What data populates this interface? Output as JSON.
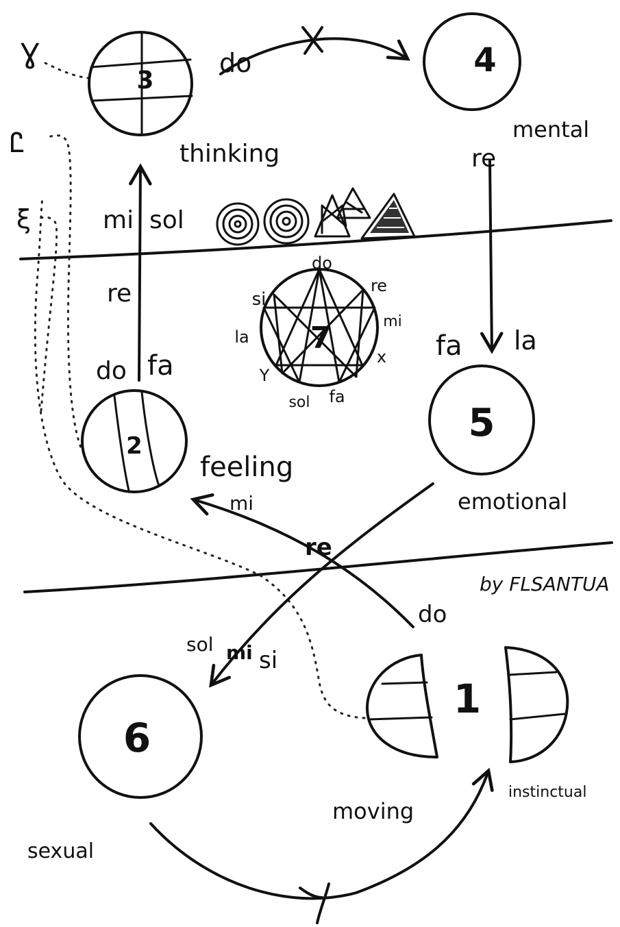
{
  "node_labels": {
    "n1": "1",
    "n2": "2",
    "n3": "3",
    "n4": "4",
    "n5": "5",
    "n6": "6",
    "n7": "7"
  },
  "center_labels": {
    "thinking": "thinking",
    "mental": "mental",
    "feeling": "feeling",
    "emotional": "emotional",
    "moving": "moving",
    "instinctual": "instinctual",
    "sexual": "sexual",
    "author": "by FLSANTUA"
  },
  "arrow_notes": {
    "do_top": "do",
    "re_right": "re",
    "fa_right": "fa",
    "la_right": "la",
    "mi_left": "mi",
    "sol_left": "sol",
    "re_left": "re",
    "do_left": "do",
    "fa_left": "fa",
    "mi_cross": "mi",
    "re_cross": "re",
    "do_cross": "do",
    "sol_cross": "sol",
    "mi_cross2": "mi",
    "si_cross": "si"
  },
  "enneagram_labels": {
    "do": "do",
    "re": "re",
    "mi": "mi",
    "x": "x",
    "fa": "fa",
    "sol": "sol",
    "y": "Y",
    "la": "la",
    "si": "si"
  },
  "margin_symbols": {
    "top": "Ɣ",
    "mid": "Ꮭ",
    "low": "ξ"
  },
  "colors": {
    "ink": "#111111",
    "paper": "#ffffff"
  }
}
